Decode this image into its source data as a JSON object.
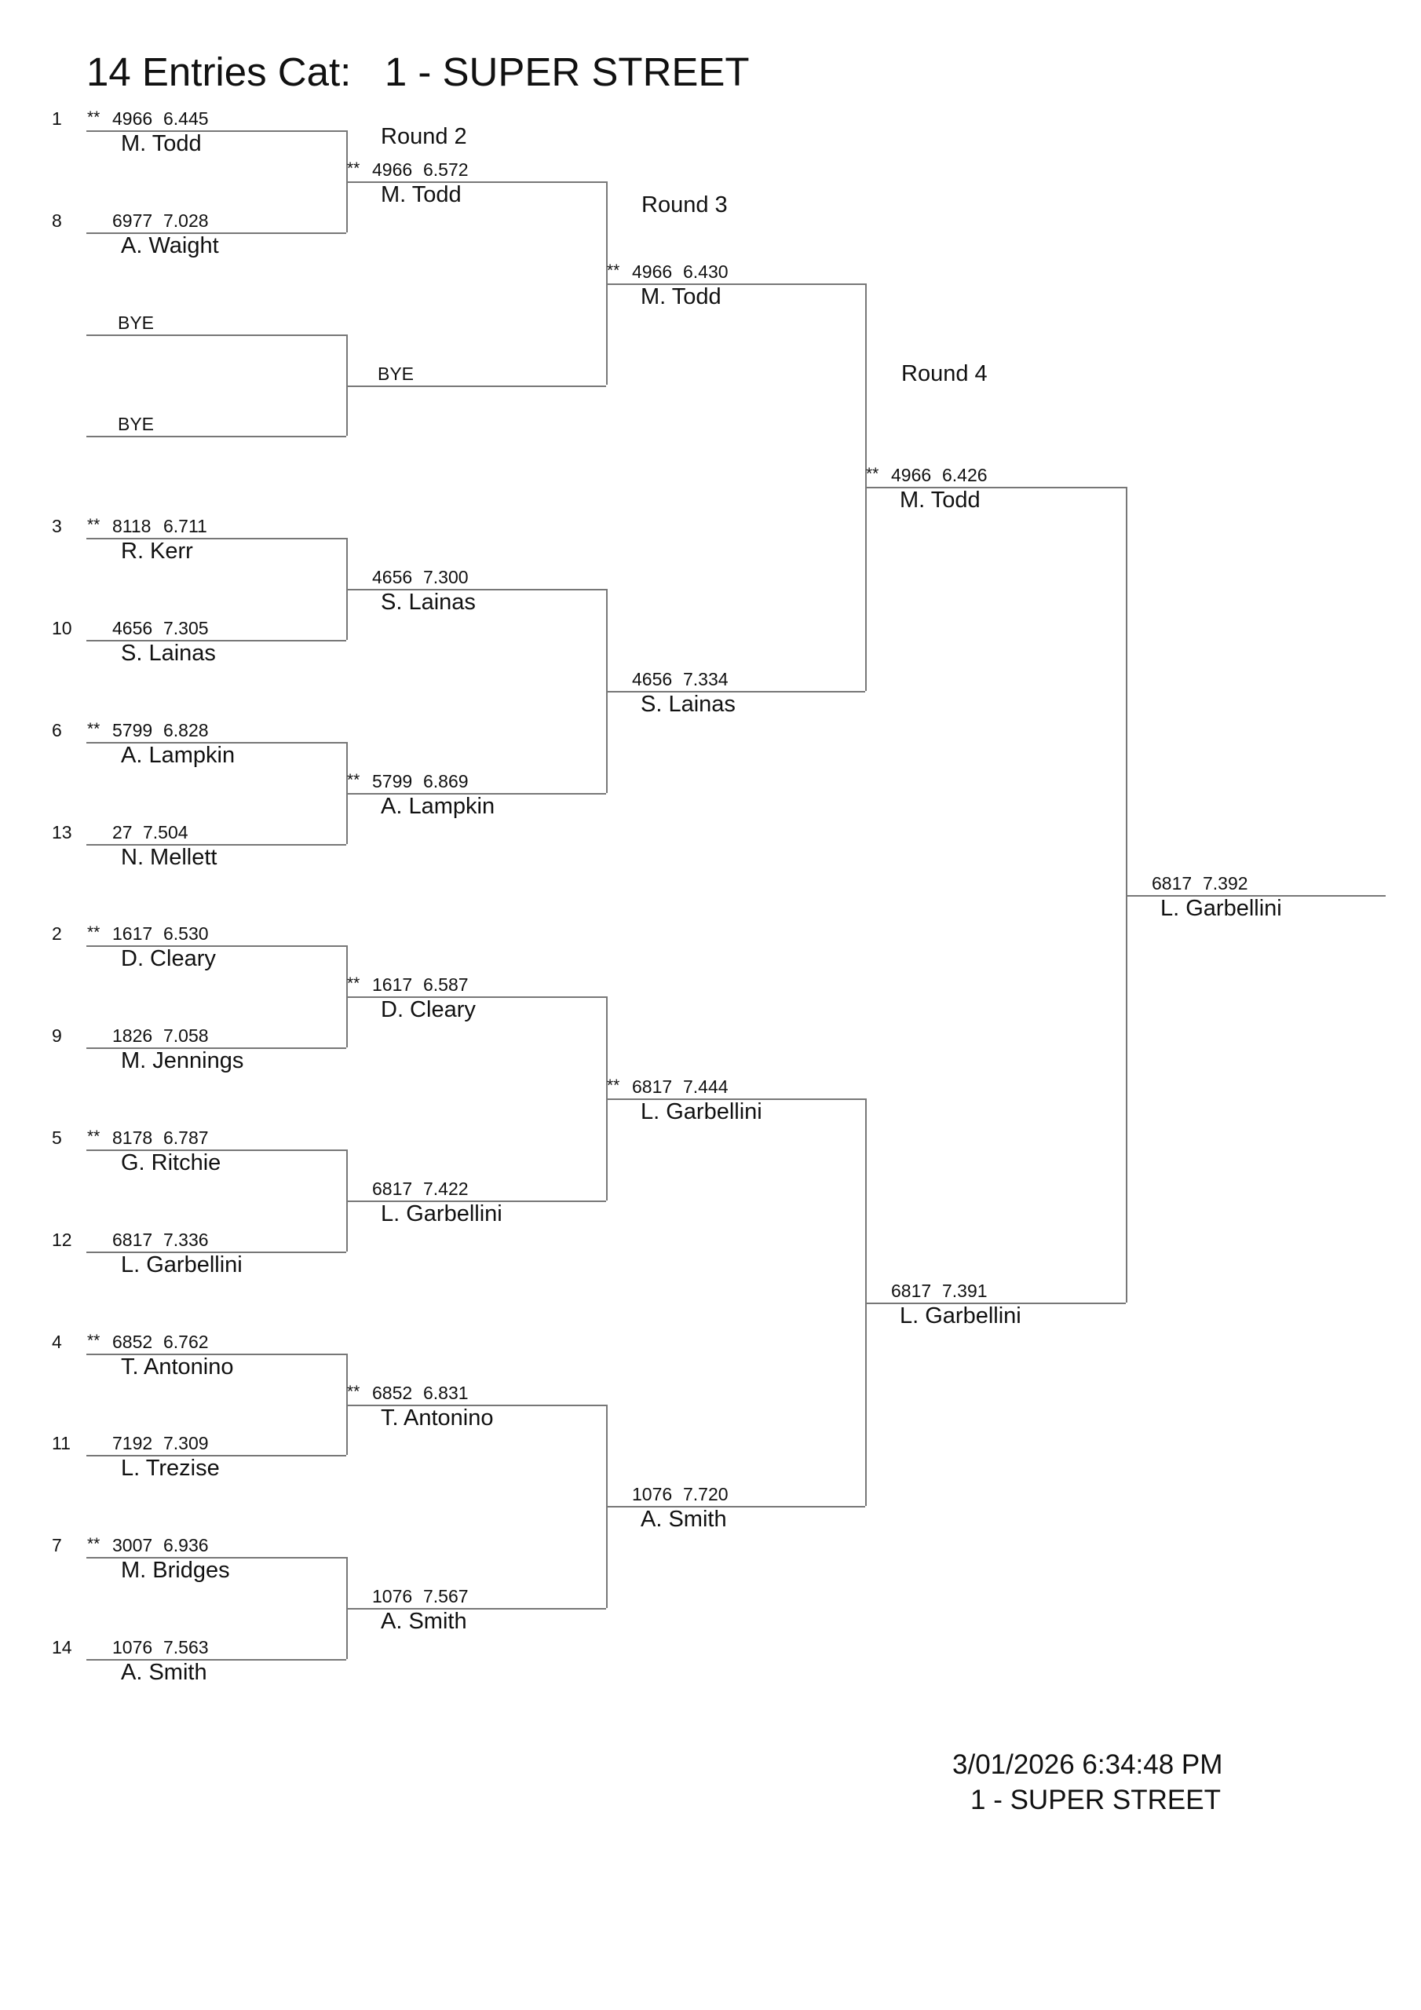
{
  "title": "14 Entries Cat:   1 - SUPER STREET",
  "round_labels": [
    "Round 2",
    "Round 3",
    "Round 4"
  ],
  "footer": {
    "datetime": "3/01/2026 6:34:48 PM",
    "category": "1 - SUPER STREET"
  },
  "rounds": [
    [
      {
        "seed": "1",
        "star": "**",
        "car": "4966",
        "et": "6.445",
        "name": "M. Todd"
      },
      {
        "seed": "8",
        "star": "",
        "car": "6977",
        "et": "7.028",
        "name": "A. Waight"
      },
      {
        "bye": "BYE"
      },
      {
        "bye": "BYE"
      },
      {
        "seed": "3",
        "star": "**",
        "car": "8118",
        "et": "6.711",
        "name": "R. Kerr"
      },
      {
        "seed": "10",
        "star": "",
        "car": "4656",
        "et": "7.305",
        "name": "S. Lainas"
      },
      {
        "seed": "6",
        "star": "**",
        "car": "5799",
        "et": "6.828",
        "name": "A. Lampkin"
      },
      {
        "seed": "13",
        "star": "",
        "car": "27",
        "et": "7.504",
        "name": "N. Mellett"
      },
      {
        "seed": "2",
        "star": "**",
        "car": "1617",
        "et": "6.530",
        "name": "D. Cleary"
      },
      {
        "seed": "9",
        "star": "",
        "car": "1826",
        "et": "7.058",
        "name": "M. Jennings"
      },
      {
        "seed": "5",
        "star": "**",
        "car": "8178",
        "et": "6.787",
        "name": "G. Ritchie"
      },
      {
        "seed": "12",
        "star": "",
        "car": "6817",
        "et": "7.336",
        "name": "L. Garbellini"
      },
      {
        "seed": "4",
        "star": "**",
        "car": "6852",
        "et": "6.762",
        "name": "T. Antonino"
      },
      {
        "seed": "11",
        "star": "",
        "car": "7192",
        "et": "7.309",
        "name": "L. Trezise"
      },
      {
        "seed": "7",
        "star": "**",
        "car": "3007",
        "et": "6.936",
        "name": "M. Bridges"
      },
      {
        "seed": "14",
        "star": "",
        "car": "1076",
        "et": "7.563",
        "name": "A. Smith"
      }
    ],
    [
      {
        "star": "**",
        "car": "4966",
        "et": "6.572",
        "name": "M. Todd"
      },
      {
        "bye": "BYE"
      },
      {
        "star": "",
        "car": "4656",
        "et": "7.300",
        "name": "S. Lainas"
      },
      {
        "star": "**",
        "car": "5799",
        "et": "6.869",
        "name": "A. Lampkin"
      },
      {
        "star": "**",
        "car": "1617",
        "et": "6.587",
        "name": "D. Cleary"
      },
      {
        "star": "",
        "car": "6817",
        "et": "7.422",
        "name": "L. Garbellini"
      },
      {
        "star": "**",
        "car": "6852",
        "et": "6.831",
        "name": "T. Antonino"
      },
      {
        "star": "",
        "car": "1076",
        "et": "7.567",
        "name": "A. Smith"
      }
    ],
    [
      {
        "star": "**",
        "car": "4966",
        "et": "6.430",
        "name": "M. Todd"
      },
      {
        "star": "",
        "car": "4656",
        "et": "7.334",
        "name": "S. Lainas"
      },
      {
        "star": "**",
        "car": "6817",
        "et": "7.444",
        "name": "L. Garbellini"
      },
      {
        "star": "",
        "car": "1076",
        "et": "7.720",
        "name": "A. Smith"
      }
    ],
    [
      {
        "star": "**",
        "car": "4966",
        "et": "6.426",
        "name": "M. Todd"
      },
      {
        "star": "",
        "car": "6817",
        "et": "7.391",
        "name": "L. Garbellini"
      }
    ],
    [
      {
        "star": "",
        "car": "6817",
        "et": "7.392",
        "name": "L. Garbellini"
      }
    ]
  ]
}
